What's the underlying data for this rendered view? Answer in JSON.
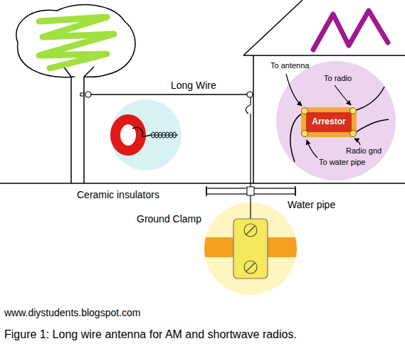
{
  "diagram": {
    "caption": "Figure 1: Long wire antenna for AM and shortwave radios.",
    "nodes": [
      {
        "text": [
          "Arrestor"
        ]
      }
    ],
    "labels": [
      "Long Wire",
      "To antenna",
      "To radio",
      "Radio gnd",
      "To water pipe",
      "Ceramic insulators",
      "Ground Clamp",
      "Water pipe",
      "www.diystudents.blogspot.com"
    ]
  }
}
